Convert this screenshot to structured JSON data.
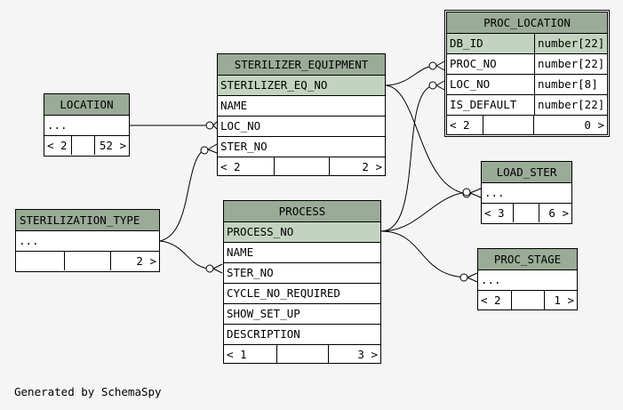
{
  "footer": "Generated by SchemaSpy",
  "colors": {
    "header": "#9aab97",
    "primary_key_row": "#c2d4bf",
    "background": "#f5f5f5"
  },
  "tables": {
    "proc_location": {
      "name": "PROC_LOCATION",
      "columns": [
        {
          "name": "DB_ID",
          "type": "number[22]"
        },
        {
          "name": "PROC_NO",
          "type": "number[22]"
        },
        {
          "name": "LOC_NO",
          "type": "number[8]"
        },
        {
          "name": "IS_DEFAULT",
          "type": "number[22]"
        }
      ],
      "footer": {
        "left": "< 2",
        "right": "0 >"
      }
    },
    "sterilizer_equipment": {
      "name": "STERILIZER_EQUIPMENT",
      "columns": [
        "STERILIZER_EQ_NO",
        "NAME",
        "LOC_NO",
        "STER_NO"
      ],
      "footer": {
        "left": "< 2",
        "right": "2 >"
      }
    },
    "location": {
      "name": "LOCATION",
      "columns": [
        "..."
      ],
      "footer": {
        "left": "< 2",
        "right": "52 >"
      }
    },
    "sterilization_type": {
      "name": "STERILIZATION_TYPE",
      "columns": [
        "..."
      ],
      "footer": {
        "left": "",
        "right": "2 >"
      }
    },
    "process": {
      "name": "PROCESS",
      "columns": [
        "PROCESS_NO",
        "NAME",
        "STER_NO",
        "CYCLE_NO_REQUIRED",
        "SHOW_SET_UP",
        "DESCRIPTION"
      ],
      "footer": {
        "left": "< 1",
        "right": "3 >"
      }
    },
    "load_ster": {
      "name": "LOAD_STER",
      "columns": [
        "..."
      ],
      "footer": {
        "left": "< 3",
        "right": "6 >"
      }
    },
    "proc_stage": {
      "name": "PROC_STAGE",
      "columns": [
        "..."
      ],
      "footer": {
        "left": "< 2",
        "right": "1 >"
      }
    }
  }
}
